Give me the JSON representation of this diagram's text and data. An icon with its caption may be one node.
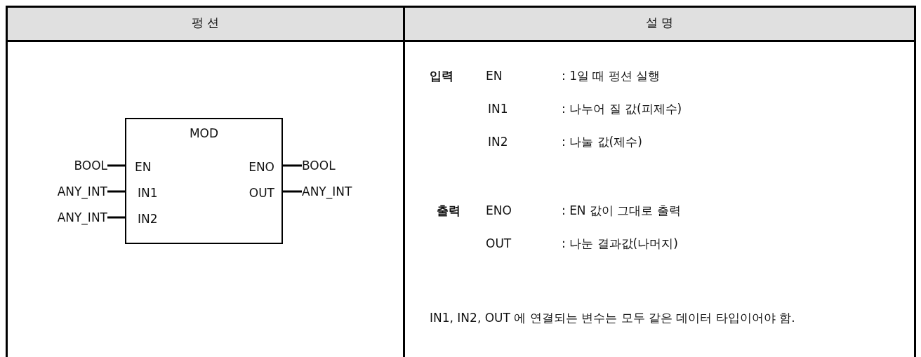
{
  "diagram": {
    "nodes": [
      {
        "text": [
          "MOD",
          "EN",
          "IN1",
          "IN2",
          "ENO",
          "OUT"
        ]
      },
      {
        "text": [
          "BOOL"
        ]
      },
      {
        "text": [
          "BOOL"
        ]
      },
      {
        "text": [
          "ANY_INT"
        ]
      },
      {
        "text": [
          "ANY_INT"
        ]
      },
      {
        "text": [
          "ANY_INT"
        ]
      }
    ],
    "edges": [
      {
        "from": 1,
        "to": 0,
        "arrow": "none"
      },
      {
        "from": 0,
        "to": 2,
        "arrow": "none"
      },
      {
        "from": 3,
        "to": 0,
        "arrow": "none"
      },
      {
        "from": 0,
        "to": 4,
        "arrow": "none"
      },
      {
        "from": 5,
        "to": 0,
        "arrow": "none"
      }
    ],
    "labels": [
      "펑 션",
      "설 명",
      "입력",
      "EN",
      ": 1일 때 펑션 실행",
      "IN1",
      ": 나누어 질 값(피제수)",
      "IN2",
      ": 나눌 값(제수)",
      "출력",
      "ENO",
      ": EN 값이 그대로 출력",
      "OUT",
      ": 나눈 결과값(나머지)",
      "IN1, IN2, OUT 에 연결되는 변수는 모두 같은 데이터 타입이어야 함."
    ]
  }
}
